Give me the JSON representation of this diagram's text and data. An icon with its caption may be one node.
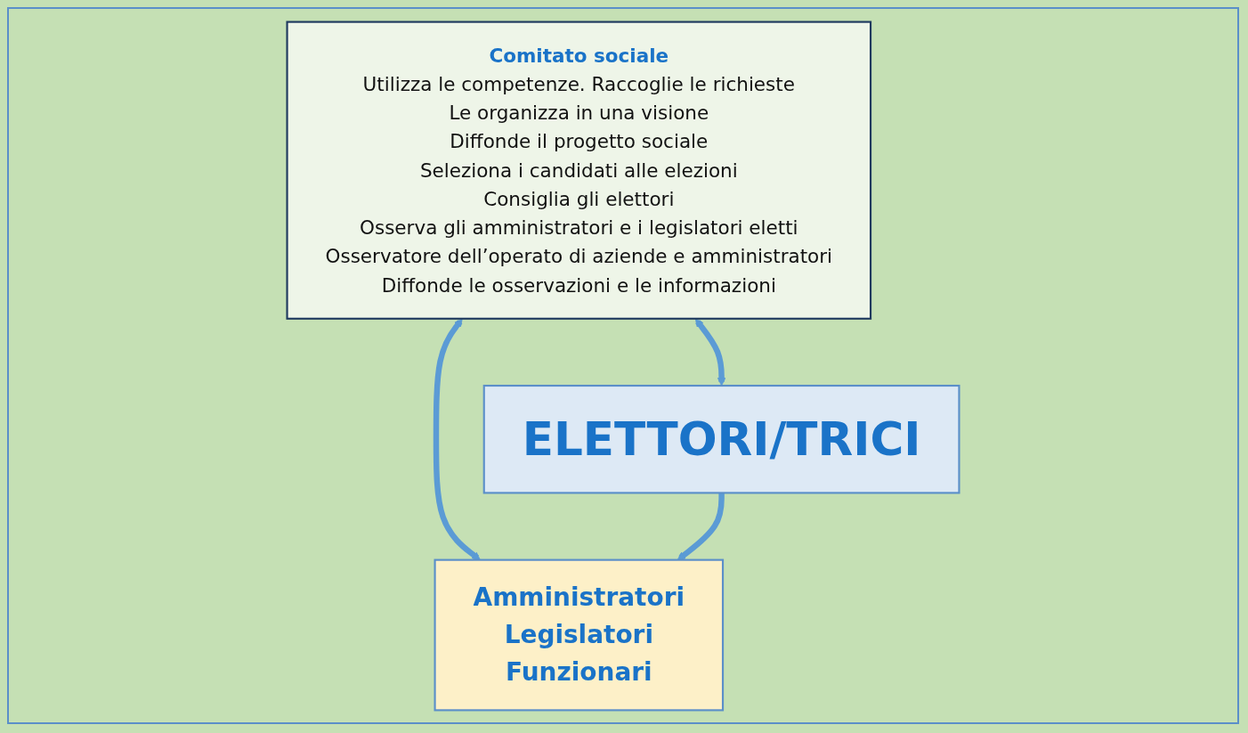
{
  "diagram": {
    "nodes": [
      {
        "text": [
          "Comitato sociale",
          "Utilizza le competenze. Raccoglie le richieste",
          "Le organizza in una visione",
          "Diffonde il progetto sociale",
          "Seleziona i candidati alle elezioni",
          "Consiglia gli elettori",
          "Osserva gli amministratori e i legislatori eletti",
          "Osservatore dell’operato di aziende e amministratori",
          "Diffonde le osservazioni e le informazioni"
        ]
      },
      {
        "text": [
          "Amministratori",
          "Legislatori",
          "Funzionari"
        ]
      },
      {
        "text": [
          "ELETTORI/TRICI"
        ]
      }
    ],
    "edges": [
      {
        "from": 0,
        "to": 1,
        "arrow": "both"
      },
      {
        "from": 0,
        "to": 2,
        "arrow": "both"
      },
      {
        "from": 2,
        "to": 1,
        "arrow": "to"
      }
    ]
  }
}
